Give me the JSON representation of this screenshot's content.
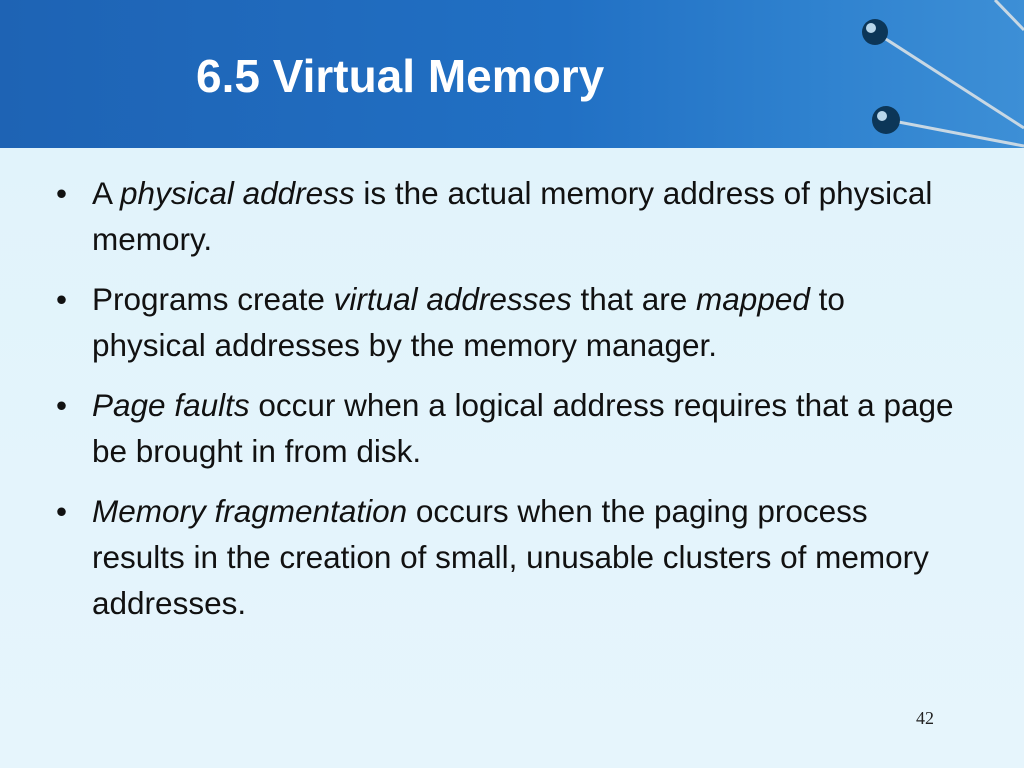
{
  "slide": {
    "title": "6.5 Virtual Memory",
    "page_number": "42",
    "bullet_symbol": "•",
    "bullets": [
      {
        "parts": [
          {
            "text": "A ",
            "italic": false
          },
          {
            "text": "physical address",
            "italic": true
          },
          {
            "text": " is the actual memory address of physical memory.",
            "italic": false
          }
        ]
      },
      {
        "parts": [
          {
            "text": "Programs create ",
            "italic": false
          },
          {
            "text": "virtual addresses",
            "italic": true
          },
          {
            "text": " that are ",
            "italic": false
          },
          {
            "text": "mapped",
            "italic": true
          },
          {
            "text": " to physical addresses by the memory manager.",
            "italic": false
          }
        ]
      },
      {
        "parts": [
          {
            "text": "Page faults",
            "italic": true
          },
          {
            "text": " occur when a logical address requires that a page be brought in from disk.",
            "italic": false
          }
        ]
      },
      {
        "parts": [
          {
            "text": "Memory fragmentation",
            "italic": true
          },
          {
            "text": " occurs when the paging process results in the creation of small, unusable clusters of memory addresses.",
            "italic": false
          }
        ]
      }
    ]
  },
  "colors": {
    "header_blue": "#2170c4",
    "content_background": "#e4f4fc",
    "title_text": "#ffffff",
    "body_text": "#111111"
  }
}
